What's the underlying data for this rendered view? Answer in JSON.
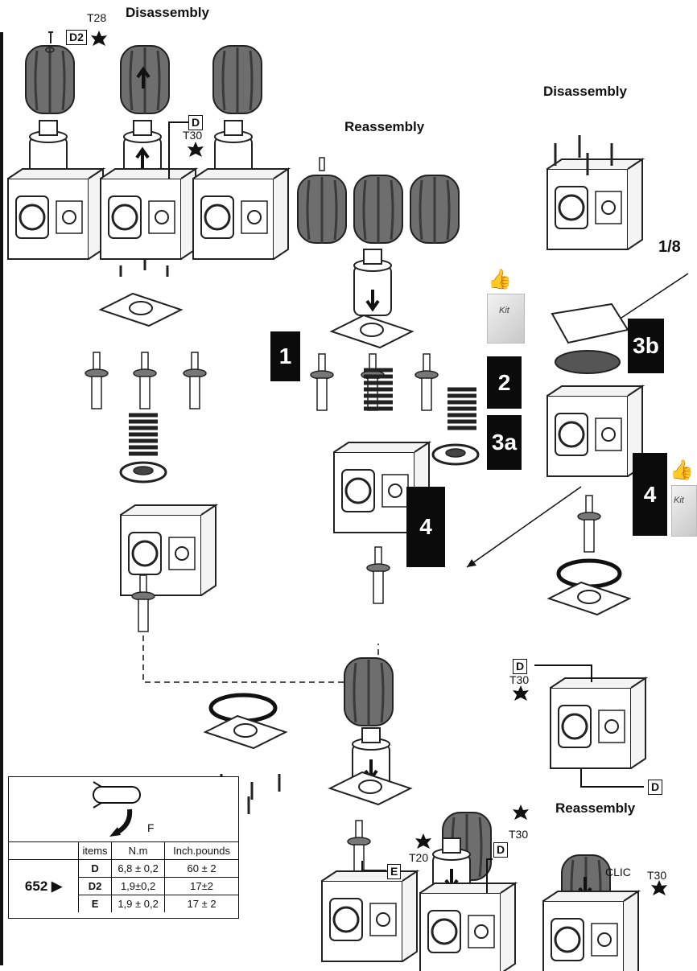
{
  "headings": {
    "disassembly_top": "Disassembly",
    "reassembly_mid": "Reassembly",
    "disassembly_right": "Disassembly",
    "reassembly_bottom": "Reassembly"
  },
  "torx_labels": {
    "t28": "T28",
    "t30_a": "T30",
    "t30_b": "T30",
    "t30_c": "T30",
    "t30_d": "T30",
    "t20": "T20"
  },
  "torque_refs": {
    "d2_top": "D2",
    "d_top": "D",
    "d_right": "D",
    "d_right2": "D",
    "d_bottom": "D",
    "e_bottom": "E"
  },
  "steps": {
    "s1": "1",
    "s2": "2",
    "s3a": "3a",
    "s3b": "3b",
    "s4_mid": "4",
    "s4_right": "4"
  },
  "annotations": {
    "ratio": "1/8",
    "clic": "CLIC",
    "kit_a": "Kit",
    "kit_b": "Kit",
    "wrench_force": "F"
  },
  "torque_table": {
    "headers": [
      "items",
      "N.m",
      "Inch.pounds"
    ],
    "product": "652",
    "rows": [
      {
        "item": "D",
        "nm": "6,8 ± 0,2",
        "inlb": "60 ± 2"
      },
      {
        "item": "D2",
        "nm": "1,9±0,2",
        "inlb": "17±2"
      },
      {
        "item": "E",
        "nm": "1,9 ± 0,2",
        "inlb": "17 ± 2"
      }
    ]
  }
}
